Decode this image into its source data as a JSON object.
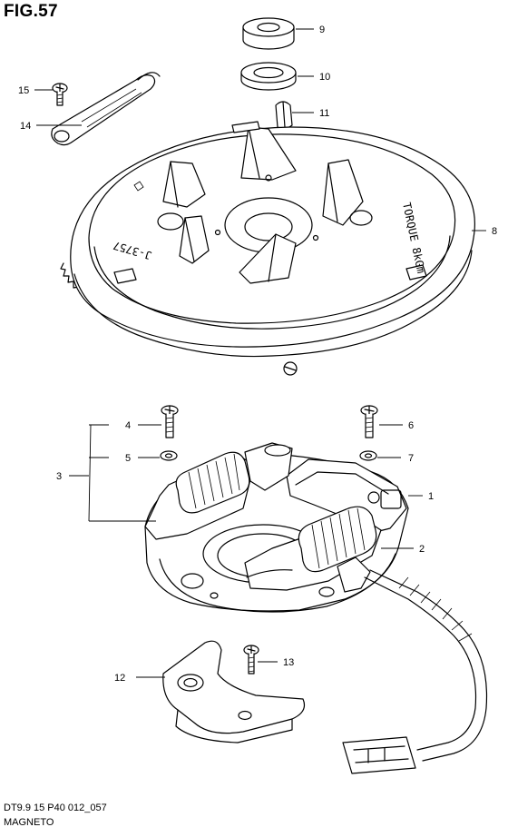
{
  "header": {
    "figure_title": "FIG.57"
  },
  "footer": {
    "drawing_code": "DT9.9 15 P40 012_057",
    "caption": "MAGNETO"
  },
  "flywheel_markings": {
    "rim_text": "TORQUE 8kGm",
    "hub_text": "J-3757"
  },
  "callouts": [
    "9",
    "10",
    "11",
    "15",
    "14",
    "8",
    "4",
    "6",
    "5",
    "7",
    "3",
    "1",
    "2",
    "13",
    "12"
  ]
}
